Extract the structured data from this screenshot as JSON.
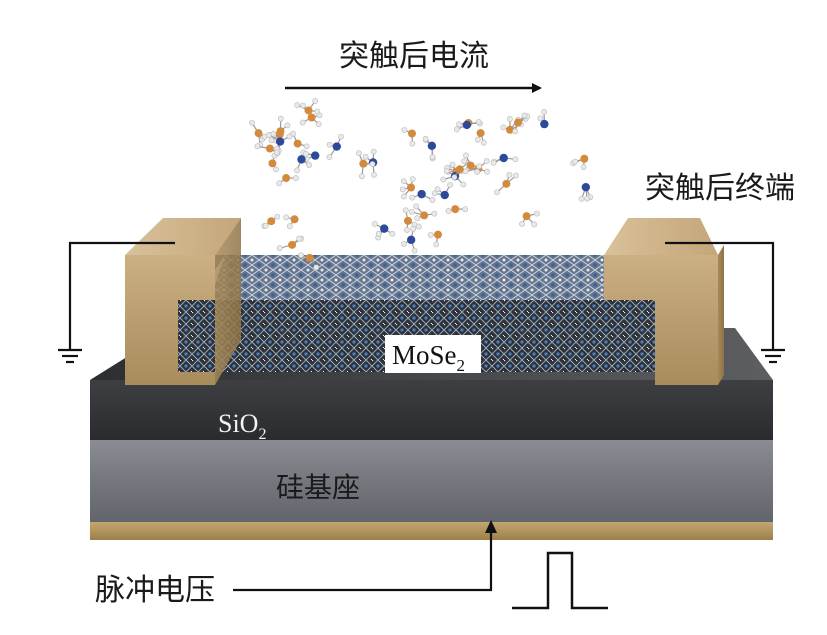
{
  "labels": {
    "current": "突触后电流",
    "terminal": "突触后终端",
    "material": "MoSe",
    "material_sub": "2",
    "oxide": "SiO",
    "oxide_sub": "2",
    "substrate": "硅基座",
    "pulse": "脉冲电压"
  },
  "colors": {
    "electrode": "#c4a679",
    "oxide": "#3a3c40",
    "substrate": "#7d8087",
    "gold_base": "#b89a62",
    "mose2": "#4a6ea0",
    "molecule_orange": "#d38a3c",
    "molecule_blue": "#2d4a9a"
  }
}
